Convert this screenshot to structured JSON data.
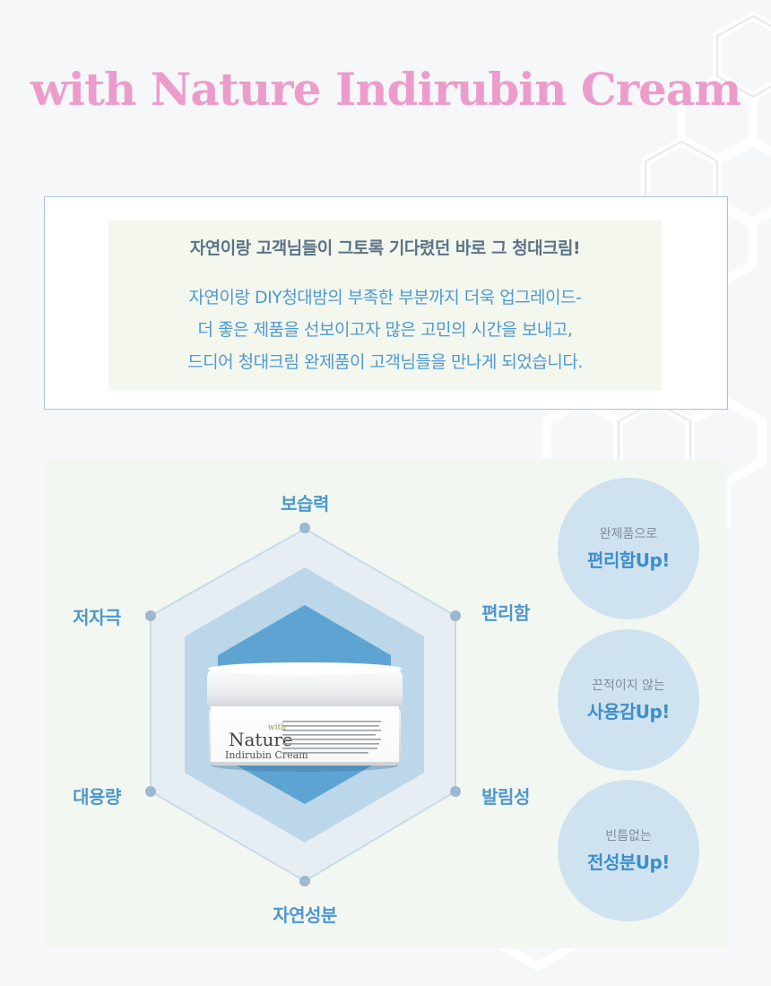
{
  "title": "with Nature Indirubin Cream",
  "intro": {
    "headline": "자연이랑 고객님들이 그토록 기다렸던 바로 그 청대크림!",
    "lines": [
      "자연이랑 DIY청대밤의 부족한 부분까지 더욱 업그레이드-",
      "더 좋은 제품을 선보이고자 많은 고민의 시간을 보내고,",
      "드디어 청대크림 완제품이 고객님들을 만나게 되었습니다."
    ]
  },
  "radar": {
    "axes": [
      "보습력",
      "편리함",
      "발림성",
      "자연성분",
      "대용량",
      "저자극"
    ]
  },
  "product": {
    "brand_small": "with",
    "brand_big": "Nature",
    "product_name": "Indirubin Cream"
  },
  "bubbles": [
    {
      "small": "완제품으로",
      "big": "편리함Up!"
    },
    {
      "small": "끈적이지 않는",
      "big": "사용감Up!"
    },
    {
      "small": "빈틈없는",
      "big": "전성분Up!"
    }
  ],
  "colors": {
    "title": "#ec9ccb",
    "accent_blue": "#4f98cc",
    "hex_dark": "#5ea4d3",
    "hex_mid": "#b9d5ea",
    "hex_light": "#dde9f2"
  }
}
